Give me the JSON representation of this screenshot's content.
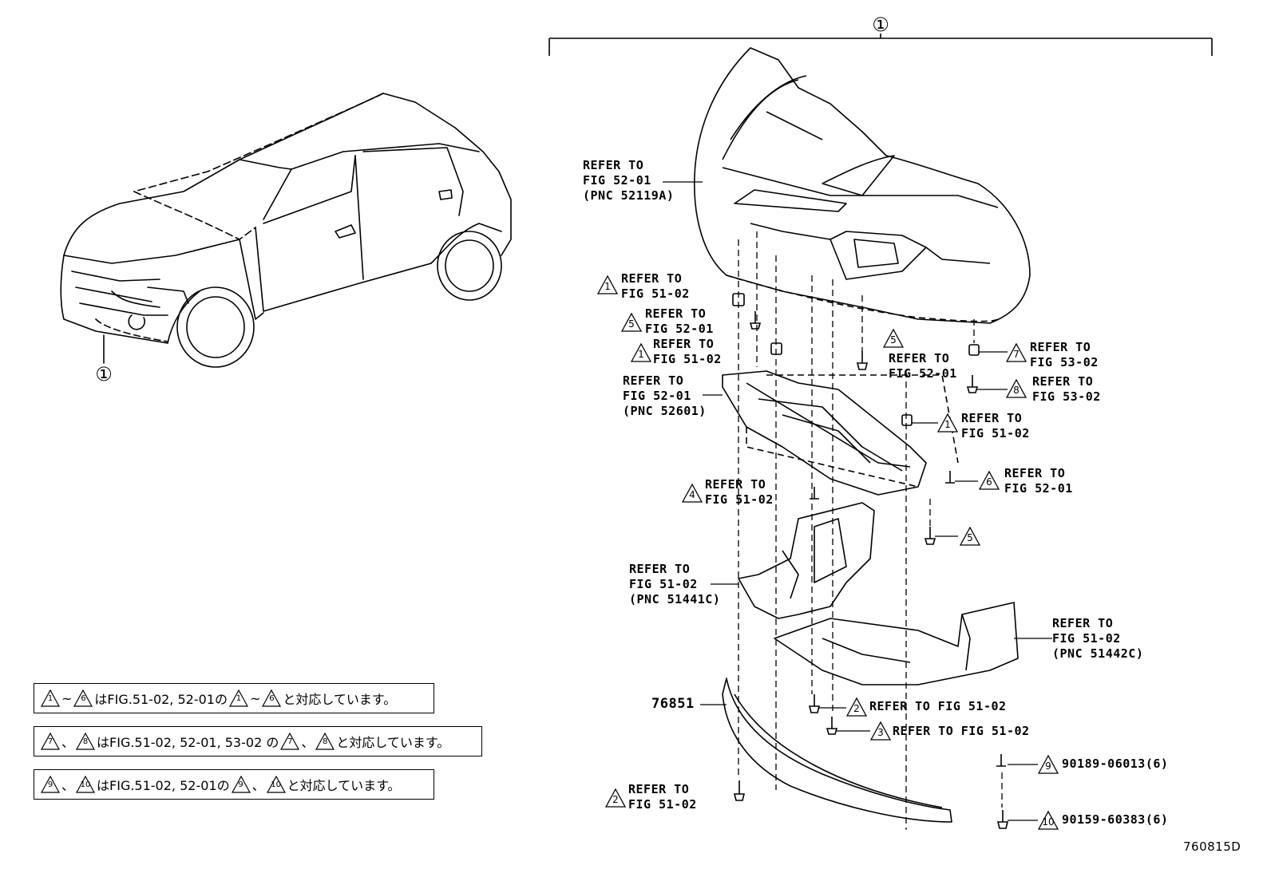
{
  "assembly_marker": "①",
  "car_marker": "①",
  "figure_id": "760815D",
  "callouts": {
    "bumper_cover": [
      "REFER TO",
      "FIG 52-01",
      "(PNC 52119A)"
    ],
    "clip_1a": [
      "REFER TO",
      "FIG 51-02"
    ],
    "bolt_5a": [
      "REFER TO",
      "FIG 52-01"
    ],
    "clip_1b": [
      "REFER TO",
      "FIG 51-02"
    ],
    "retainer": [
      "REFER TO",
      "FIG 52-01",
      "(PNC 52601)"
    ],
    "bolt_5b": [
      "REFER TO",
      "FIG 52-01"
    ],
    "clip_7": [
      "REFER TO",
      "FIG 53-02"
    ],
    "bolt_8": [
      "REFER TO",
      "FIG 53-02"
    ],
    "clip_1c": [
      "REFER TO",
      "FIG 51-02"
    ],
    "clip_6": [
      "REFER TO",
      "FIG 52-01"
    ],
    "clip_4": [
      "REFER TO",
      "FIG 51-02"
    ],
    "cover_left": [
      "REFER TO",
      "FIG 51-02",
      "(PNC 51441C)"
    ],
    "cover_right": [
      "REFER TO",
      "FIG 51-02",
      "(PNC 51442C)"
    ],
    "bolt_2a": "REFER TO FIG 51-02",
    "bolt_3": "REFER TO FIG 51-02",
    "bolt_2b": [
      "REFER TO",
      "FIG 51-02"
    ],
    "part_9": "90189-06013(6)",
    "part_10": "90159-60383(6)",
    "spoiler": "76851"
  },
  "triangle_numbers": {
    "clip_1a": "1",
    "bolt_5a": "5",
    "clip_1b": "1",
    "bolt_5b": "5",
    "clip_7": "7",
    "bolt_8": "8",
    "clip_1c": "1",
    "clip_6": "6",
    "clip_4": "4",
    "bolt_5c": "5",
    "bolt_2a": "2",
    "bolt_3": "3",
    "bolt_2b": "2",
    "part_9": "9",
    "part_10": "10"
  },
  "notes": [
    {
      "a": "1",
      "sep": "~",
      "b": "6",
      "text": "はFIG.51-02, 52-01の",
      "c": "1",
      "sep2": "~",
      "d": "6",
      "tail": "と対応しています。"
    },
    {
      "a": "7",
      "sep": "、",
      "b": "8",
      "text": "はFIG.51-02, 52-01, 53-02 の",
      "c": "7",
      "sep2": "、",
      "d": "8",
      "tail": "と対応しています。"
    },
    {
      "a": "9",
      "sep": "、",
      "b": "10",
      "text": "はFIG.51-02, 52-01の",
      "c": "9",
      "sep2": "、",
      "d": "10",
      "tail": "と対応しています。"
    }
  ]
}
